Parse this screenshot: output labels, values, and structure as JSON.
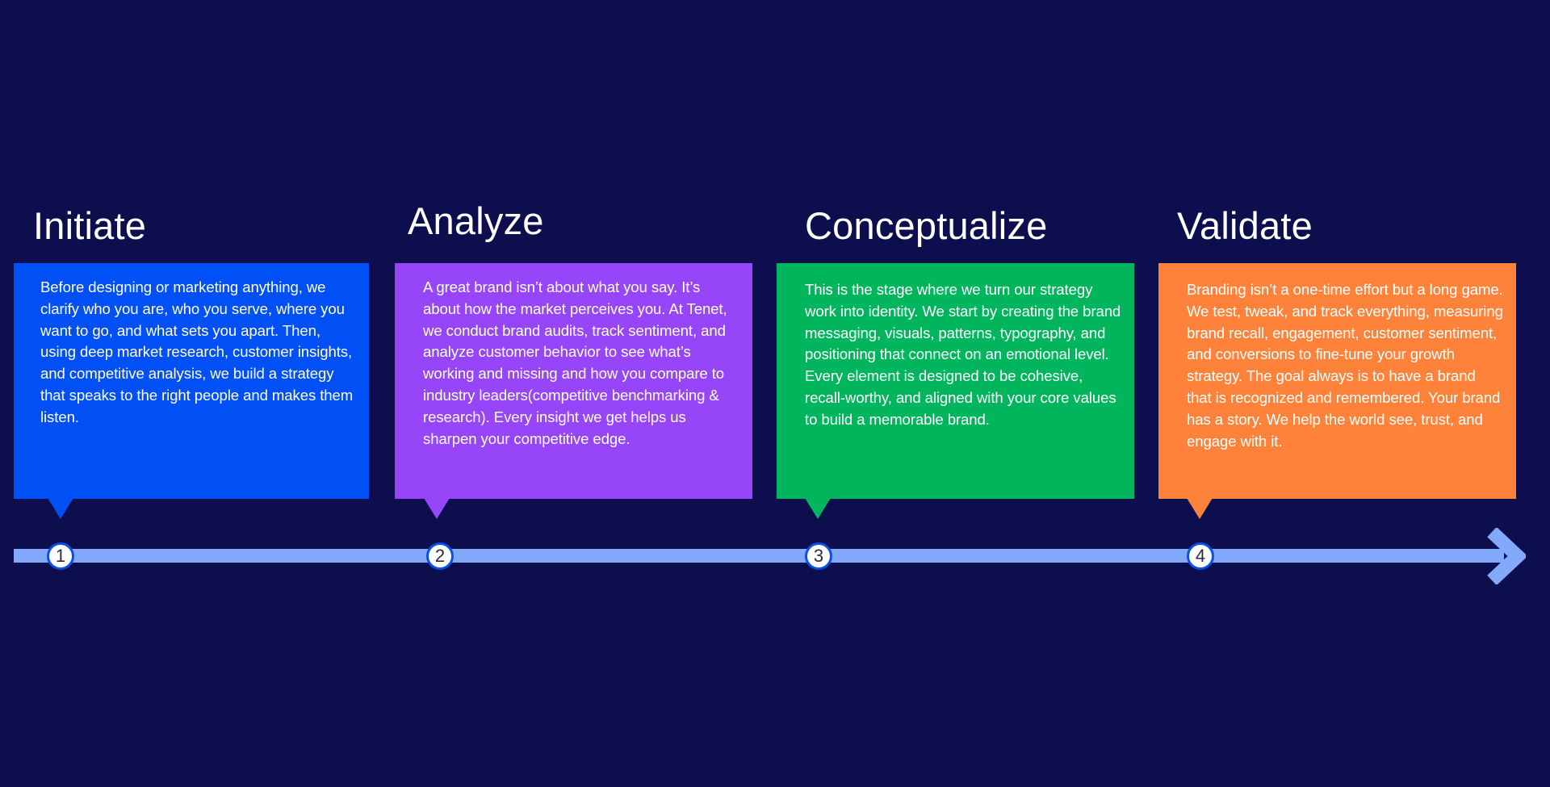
{
  "colors": {
    "background": "#0c0e4d",
    "timeline": "#82a9fb",
    "marker_border": "#0a4fe6"
  },
  "stages": [
    {
      "number": "1",
      "title": "Initiate",
      "color": "#0050f5",
      "description": "Before designing or marketing anything, we clarify who you are, who you serve, where you want to go, and what sets you apart. Then, using deep market research, customer insights, and competitive analysis, we build a strategy that speaks to the right people and makes them listen."
    },
    {
      "number": "2",
      "title": "Analyze",
      "color": "#9646f8",
      "description": "A great brand isn’t about what you say. It’s about how the market perceives you. At Tenet, we conduct brand audits, track sentiment, and analyze customer behavior to see what’s working and missing and how you compare to industry leaders(competitive benchmarking & research). Every insight we get helps us sharpen your competitive edge."
    },
    {
      "number": "3",
      "title": "Conceptualize",
      "color": "#00b55c",
      "description": "This is the stage where we turn our strategy work into identity. We start by creating the brand messaging, visuals, patterns, typography, and positioning that connect on an emotional level. Every element is designed to be cohesive, recall-worthy, and aligned with your core values to build a memorable brand."
    },
    {
      "number": "4",
      "title": "Validate",
      "color": "#fe823a",
      "description": "Branding isn’t a one-time effort but a long game. We test, tweak, and track everything, measuring brand recall, engagement, customer sentiment, and conversions to fine-tune your growth strategy. The goal always is to have a brand that is recognized and remembered. Your brand has a story. We help the world see, trust, and engage with it."
    }
  ]
}
